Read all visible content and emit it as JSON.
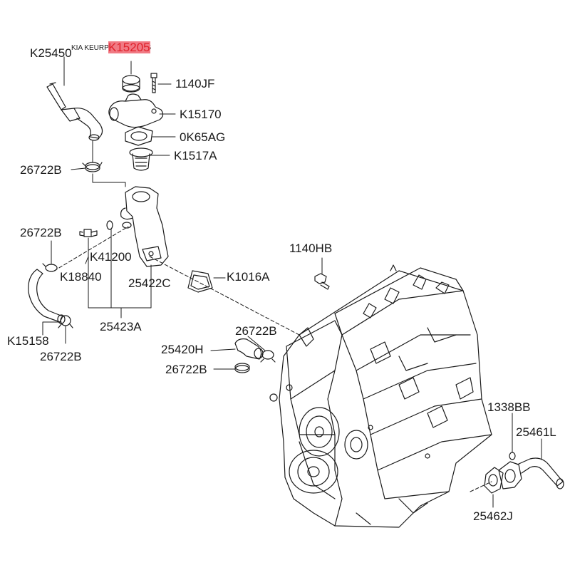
{
  "watermark": "KIA KEURP 100 - 2025-5",
  "highlight_color": "#f07a84",
  "line_color": "#1a1a1a",
  "labels": {
    "k25450": "K25450",
    "k15205": "K15205",
    "l1140jf": "1140JF",
    "k15170": "K15170",
    "l0k65ag": "0K65AG",
    "k1517a": "K1517A",
    "l26722b_top": "26722B",
    "l26722b_left": "26722B",
    "k41200": "K41200",
    "k18840": "K18840",
    "l25422c": "25422C",
    "l25423a": "25423A",
    "k15158": "K15158",
    "l26722b_bottom": "26722B",
    "l1140hb": "1140HB",
    "k1016a": "K1016A",
    "l26722b_mid": "26722B",
    "l25420h": "25420H",
    "l26722b_mid2": "26722B",
    "l1338bb": "1338BB",
    "l25461l": "25461L",
    "l25462j": "25462J"
  }
}
